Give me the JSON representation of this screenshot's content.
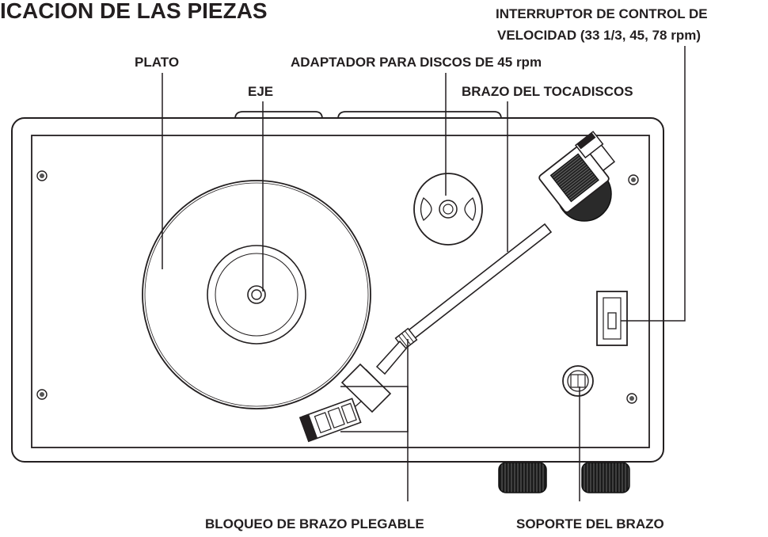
{
  "title": "ICACION DE LAS PIEZAS",
  "labels": {
    "interruptor_line1": "INTERRUPTOR DE CONTROL DE",
    "interruptor_line2": "VELOCIDAD (33 1/3, 45, 78 rpm)",
    "plato": "PLATO",
    "adaptador": "ADAPTADOR PARA DISCOS DE 45 rpm",
    "eje": "EJE",
    "brazo": "BRAZO DEL TOCADISCOS",
    "bloqueo": "BLOQUEO DE BRAZO PLEGABLE",
    "soporte": "SOPORTE DEL BRAZO"
  }
}
